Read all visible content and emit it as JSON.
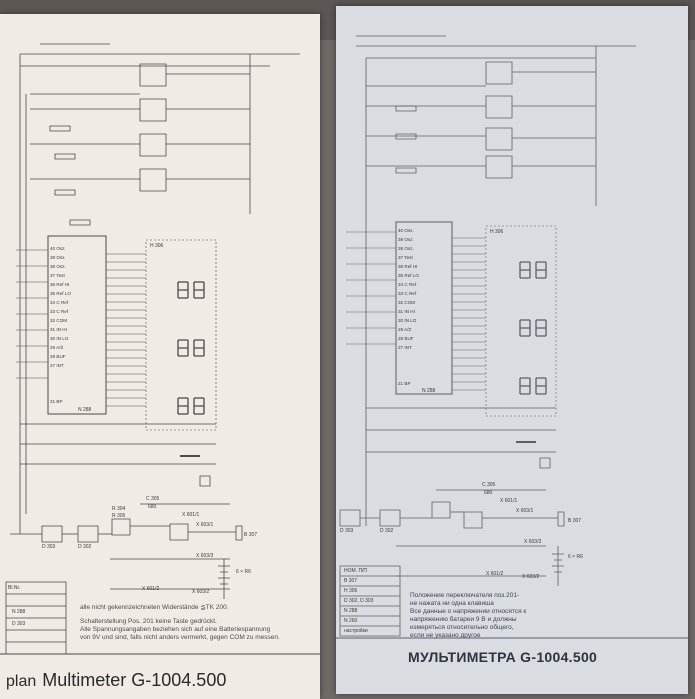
{
  "left_sheet": {
    "title_prefix": "plan",
    "title": "Multimeter G-1004.500",
    "chip": "N 288",
    "chip_b": "H 306",
    "pins": [
      "40 Osz.",
      "39 Osz.",
      "38 Osz.",
      "37 Test",
      "36 Ref HI",
      "35 Ref LO",
      "34 C Ref",
      "33 C Ref",
      "32 COM",
      "31 IN HI",
      "30 IN LO",
      "29 A/Z",
      "28 BUF",
      "27 INT",
      "21 BP"
    ],
    "note_lines": [
      "alle nicht gekennzeichneten Widerstände ≦TK 200.",
      "Schalterstellung Pos. 201 keine Taste gedrückt.",
      "Alle Spannungsangaben beziehen sich auf eine Batteriespannung",
      "von 9V und sind, falls nicht anders vermerkt, gegen COM zu messen."
    ],
    "parts_table": [
      "Bl.Nr.",
      "D 303"
    ],
    "components": [
      "D 303",
      "D 302",
      "X 601/1",
      "X 603/1",
      "X 601/2",
      "X 603/2",
      "X 603/3",
      "B 307",
      "6 × R6",
      "C 305",
      "680",
      "R 304",
      "R 305",
      "N 288"
    ]
  },
  "right_sheet": {
    "title": "МУЛЬТИМЕТРА G-1004.500",
    "chip": "N 288",
    "chip_b": "H 306",
    "pins": [
      "40 Osz.",
      "39 Osz.",
      "38 Osz.",
      "37 Test",
      "36 Ref HI",
      "35 Ref LO",
      "34 C Ref",
      "33 C Ref",
      "32 COM",
      "31 IN HI",
      "30 IN LO",
      "29 A/Z",
      "28 BUF",
      "27 INT",
      "21 BP"
    ],
    "parts_table": [
      "НОМ. П/П",
      "B 307",
      "H 306",
      "D 302, D 303",
      "N 288",
      "N 260",
      "настройки"
    ],
    "note_lines": [
      "Положение переключателя поз.201-",
      "не нажата ни одна клавиша",
      "Все данные о напряжении относятся к",
      "напряжению батареи 9 В и должны",
      "измеряться относительно общего,",
      "если не указано другое"
    ],
    "components": [
      "D 303",
      "D 302",
      "X 601/1",
      "X 603/1",
      "X 601/2",
      "X 603/2",
      "X 603/3",
      "B 307",
      "6 × R6",
      "C 305",
      "680"
    ]
  },
  "colors": {
    "paper_left": "#f1ebe6",
    "paper_right": "#d9dde1",
    "ink": "#3a3a3a",
    "background": "#6f6a66"
  }
}
